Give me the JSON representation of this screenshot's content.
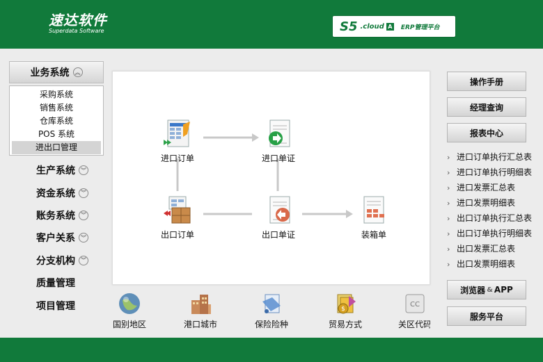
{
  "header": {
    "logo_cn": "速达软件",
    "logo_en": "Superdata Software",
    "brand_s5": "S5",
    "brand_cloud": ".cloud",
    "brand_badge": "A",
    "brand_erp": "ERP管理平台"
  },
  "left_nav": {
    "top_label": "业务系统",
    "submenu": [
      {
        "label": "采购系统"
      },
      {
        "label": "销售系统"
      },
      {
        "label": "仓库系统"
      },
      {
        "label": "POS 系统"
      },
      {
        "label": "进出口管理",
        "active": true
      }
    ],
    "items": [
      {
        "label": "生产系统",
        "expandable": true
      },
      {
        "label": "资金系统",
        "expandable": true
      },
      {
        "label": "账务系统",
        "expandable": true
      },
      {
        "label": "客户关系",
        "expandable": true
      },
      {
        "label": "分支机构",
        "expandable": true
      },
      {
        "label": "质量管理",
        "expandable": false
      },
      {
        "label": "项目管理",
        "expandable": false
      }
    ]
  },
  "flow": {
    "import_order": "进口订单",
    "import_doc": "进口单证",
    "export_order": "出口订单",
    "export_doc": "出口单证",
    "packing_list": "装箱单"
  },
  "quick_links": [
    {
      "label": "国别地区",
      "icon": "globe-icon"
    },
    {
      "label": "港口城市",
      "icon": "city-icon"
    },
    {
      "label": "保险险种",
      "icon": "insurance-icon"
    },
    {
      "label": "贸易方式",
      "icon": "trade-icon"
    },
    {
      "label": "关区代码",
      "icon": "customs-icon"
    }
  ],
  "right_panel": {
    "manual_button": "操作手册",
    "manager_query_button": "经理查询",
    "report_center_button": "报表中心",
    "report_links": [
      "进口订单执行汇总表",
      "进口订单执行明细表",
      "进口发票汇总表",
      "进口发票明细表",
      "出口订单执行汇总表",
      "出口订单执行明细表",
      "出口发票汇总表",
      "出口发票明细表"
    ],
    "browser_app_left": "浏览器",
    "browser_app_amp": "&",
    "browser_app_right": "APP",
    "service_button": "服务平台"
  },
  "colors": {
    "brand_green": "#117a3b",
    "background": "#ececec"
  }
}
